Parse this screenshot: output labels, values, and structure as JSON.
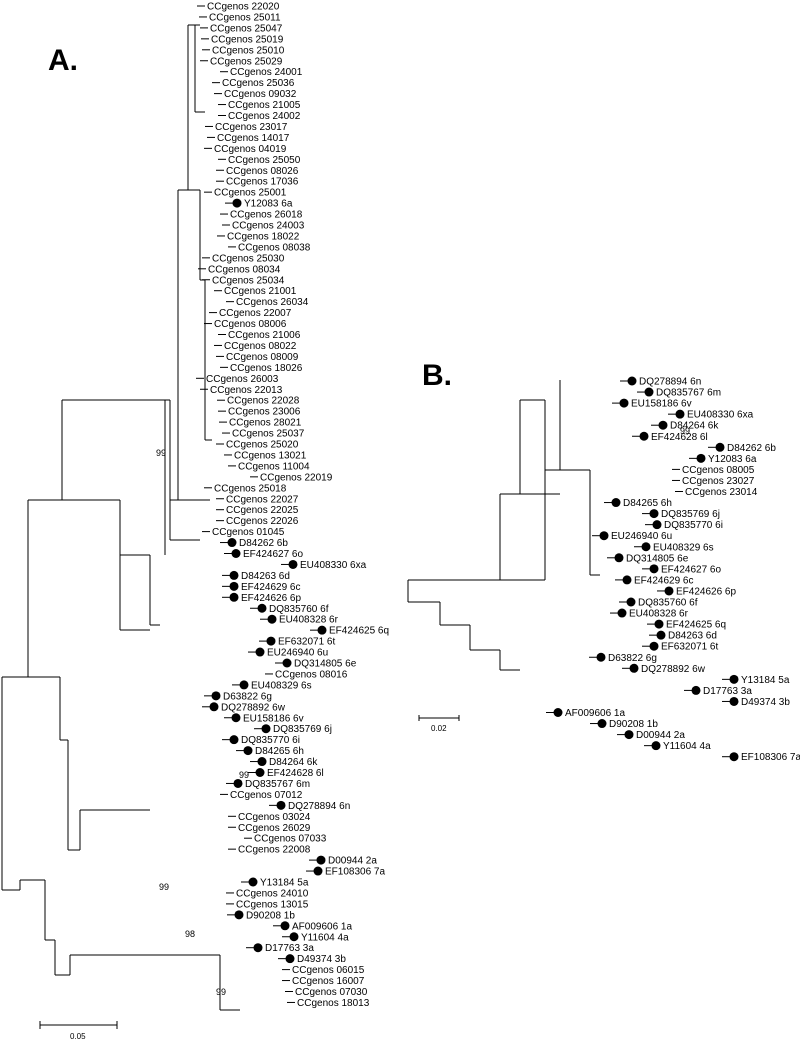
{
  "panel_a": {
    "letter": "A.",
    "bootstrap_labels": [
      "99",
      "99",
      "99",
      "98",
      "99"
    ],
    "scale_label": "0.05",
    "leaves": [
      {
        "label": "CCgenos 22020"
      },
      {
        "label": "CCgenos 25011"
      },
      {
        "label": "CCgenos 25047"
      },
      {
        "label": "CCgenos 25019"
      },
      {
        "label": "CCgenos 25010"
      },
      {
        "label": "CCgenos 25029"
      },
      {
        "label": "CCgenos 24001"
      },
      {
        "label": "CCgenos 25036"
      },
      {
        "label": "CCgenos 09032"
      },
      {
        "label": "CCgenos 21005"
      },
      {
        "label": "CCgenos 24002"
      },
      {
        "label": "CCgenos 23017"
      },
      {
        "label": "CCgenos 14017"
      },
      {
        "label": "CCgenos 04019"
      },
      {
        "label": "CCgenos 25050"
      },
      {
        "label": "CCgenos 08026"
      },
      {
        "label": "CCgenos 17036"
      },
      {
        "label": "CCgenos 25001"
      },
      {
        "label": "Y12083 6a",
        "dot": true
      },
      {
        "label": "CCgenos 26018"
      },
      {
        "label": "CCgenos 24003"
      },
      {
        "label": "CCgenos 18022"
      },
      {
        "label": "CCgenos 08038"
      },
      {
        "label": "CCgenos 25030"
      },
      {
        "label": "CCgenos 08034"
      },
      {
        "label": "CCgenos 25034"
      },
      {
        "label": "CCgenos 21001"
      },
      {
        "label": "CCgenos 26034"
      },
      {
        "label": "CCgenos 22007"
      },
      {
        "label": "CCgenos 08006"
      },
      {
        "label": "CCgenos 21006"
      },
      {
        "label": "CCgenos 08022"
      },
      {
        "label": "CCgenos 08009"
      },
      {
        "label": "CCgenos 18026"
      },
      {
        "label": "CCgenos 26003"
      },
      {
        "label": "CCgenos 22013"
      },
      {
        "label": "CCgenos 22028"
      },
      {
        "label": "CCgenos 23006"
      },
      {
        "label": "CCgenos 28021"
      },
      {
        "label": "CCgenos 25037"
      },
      {
        "label": "CCgenos 25020"
      },
      {
        "label": "CCgenos 13021"
      },
      {
        "label": "CCgenos 11004"
      },
      {
        "label": "CCgenos 22019"
      },
      {
        "label": "CCgenos 25018"
      },
      {
        "label": "CCgenos 22027"
      },
      {
        "label": "CCgenos 22025"
      },
      {
        "label": "CCgenos 22026"
      },
      {
        "label": "CCgenos 01045"
      },
      {
        "label": "D84262 6b",
        "dot": true
      },
      {
        "label": "EF424627 6o",
        "dot": true
      },
      {
        "label": "EU408330 6xa",
        "dot": true
      },
      {
        "label": "D84263 6d",
        "dot": true
      },
      {
        "label": "EF424629 6c",
        "dot": true
      },
      {
        "label": "EF424626 6p",
        "dot": true
      },
      {
        "label": "DQ835760 6f",
        "dot": true
      },
      {
        "label": "EU408328 6r",
        "dot": true
      },
      {
        "label": "EF424625 6q",
        "dot": true
      },
      {
        "label": "EF632071 6t",
        "dot": true
      },
      {
        "label": "EU246940 6u",
        "dot": true
      },
      {
        "label": "DQ314805 6e",
        "dot": true
      },
      {
        "label": "CCgenos 08016"
      },
      {
        "label": "EU408329 6s",
        "dot": true
      },
      {
        "label": "D63822 6g",
        "dot": true
      },
      {
        "label": "DQ278892 6w",
        "dot": true
      },
      {
        "label": "EU158186 6v",
        "dot": true
      },
      {
        "label": "DQ835769 6j",
        "dot": true
      },
      {
        "label": "DQ835770 6i",
        "dot": true
      },
      {
        "label": "D84265 6h",
        "dot": true
      },
      {
        "label": "D84264 6k",
        "dot": true
      },
      {
        "label": "EF424628 6l",
        "dot": true
      },
      {
        "label": "DQ835767 6m",
        "dot": true
      },
      {
        "label": "CCgenos 07012"
      },
      {
        "label": "DQ278894 6n",
        "dot": true
      },
      {
        "label": "CCgenos 03024"
      },
      {
        "label": "CCgenos 26029"
      },
      {
        "label": "CCgenos 07033"
      },
      {
        "label": "CCgenos 22008"
      },
      {
        "label": "D00944 2a",
        "dot": true
      },
      {
        "label": "EF108306 7a",
        "dot": true
      },
      {
        "label": "Y13184 5a",
        "dot": true
      },
      {
        "label": "CCgenos 24010"
      },
      {
        "label": "CCgenos 13015"
      },
      {
        "label": "D90208 1b",
        "dot": true
      },
      {
        "label": "AF009606 1a",
        "dot": true
      },
      {
        "label": "Y11604 4a",
        "dot": true
      },
      {
        "label": "D17763 3a",
        "dot": true
      },
      {
        "label": "D49374 3b",
        "dot": true
      },
      {
        "label": "CCgenos 06015"
      },
      {
        "label": "CCgenos 16007"
      },
      {
        "label": "CCgenos 07030"
      },
      {
        "label": "CCgenos 18013"
      }
    ]
  },
  "panel_b": {
    "letter": "B.",
    "bootstrap_labels": [
      "99"
    ],
    "scale_label": "0.02",
    "leaves": [
      {
        "label": "DQ278894 6n",
        "dot": true
      },
      {
        "label": "DQ835767 6m",
        "dot": true
      },
      {
        "label": "EU158186 6v",
        "dot": true
      },
      {
        "label": "EU408330 6xa",
        "dot": true
      },
      {
        "label": "D84264 6k",
        "dot": true
      },
      {
        "label": "EF424628 6l",
        "dot": true
      },
      {
        "label": "D84262 6b",
        "dot": true
      },
      {
        "label": "Y12083 6a",
        "dot": true
      },
      {
        "label": "CCgenos 08005"
      },
      {
        "label": "CCgenos 23027"
      },
      {
        "label": "CCgenos 23014"
      },
      {
        "label": "D84265 6h",
        "dot": true
      },
      {
        "label": "DQ835769 6j",
        "dot": true
      },
      {
        "label": "DQ835770 6i",
        "dot": true
      },
      {
        "label": "EU246940 6u",
        "dot": true
      },
      {
        "label": "EU408329 6s",
        "dot": true
      },
      {
        "label": "DQ314805 6e",
        "dot": true
      },
      {
        "label": "EF424627 6o",
        "dot": true
      },
      {
        "label": "EF424629 6c",
        "dot": true
      },
      {
        "label": "EF424626 6p",
        "dot": true
      },
      {
        "label": "DQ835760 6f",
        "dot": true
      },
      {
        "label": "EU408328 6r",
        "dot": true
      },
      {
        "label": "EF424625 6q",
        "dot": true
      },
      {
        "label": "D84263 6d",
        "dot": true
      },
      {
        "label": "EF632071 6t",
        "dot": true
      },
      {
        "label": "D63822 6g",
        "dot": true
      },
      {
        "label": "DQ278892 6w",
        "dot": true
      },
      {
        "label": "Y13184 5a",
        "dot": true
      },
      {
        "label": "D17763 3a",
        "dot": true
      },
      {
        "label": "D49374 3b",
        "dot": true
      },
      {
        "label": "AF009606 1a",
        "dot": true
      },
      {
        "label": "D90208 1b",
        "dot": true
      },
      {
        "label": "D00944 2a",
        "dot": true
      },
      {
        "label": "Y11604 4a",
        "dot": true
      },
      {
        "label": "EF108306 7a",
        "dot": true
      }
    ]
  }
}
